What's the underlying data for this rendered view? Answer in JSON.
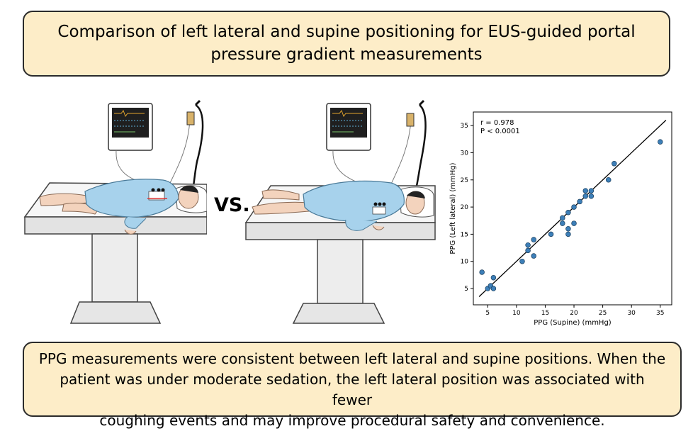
{
  "header": {
    "title_line1": "Comparison of left lateral and supine positioning for EUS-guided portal",
    "title_line2": "pressure gradient measurements"
  },
  "vs_label": "VS.",
  "colors": {
    "box_fill": "#fdedc8",
    "gown": "#a7d2ec",
    "skin": "#f3d3bd",
    "point": "#3d7fb8"
  },
  "chart_data": {
    "type": "scatter",
    "xlabel": "PPG (Supine) (mmHg)",
    "ylabel": "PPG (Left lateral) (mmHg)",
    "xlim": [
      2.5,
      37
    ],
    "ylim": [
      2,
      37.5
    ],
    "xticks": [
      5,
      10,
      15,
      20,
      25,
      30,
      35
    ],
    "yticks": [
      5,
      10,
      15,
      20,
      25,
      30,
      35
    ],
    "annotations": [
      "r = 0.978",
      "P < 0.0001"
    ],
    "fit_line": {
      "x": [
        3.5,
        36
      ],
      "y": [
        3.5,
        36
      ]
    },
    "points": [
      {
        "x": 4,
        "y": 8
      },
      {
        "x": 5,
        "y": 5
      },
      {
        "x": 5.5,
        "y": 5.5
      },
      {
        "x": 6,
        "y": 7
      },
      {
        "x": 6,
        "y": 5
      },
      {
        "x": 11,
        "y": 10
      },
      {
        "x": 12,
        "y": 12
      },
      {
        "x": 12,
        "y": 13
      },
      {
        "x": 13,
        "y": 11
      },
      {
        "x": 13,
        "y": 14
      },
      {
        "x": 16,
        "y": 15
      },
      {
        "x": 18,
        "y": 17
      },
      {
        "x": 18,
        "y": 18
      },
      {
        "x": 19,
        "y": 19
      },
      {
        "x": 19,
        "y": 16
      },
      {
        "x": 19,
        "y": 15
      },
      {
        "x": 20,
        "y": 17
      },
      {
        "x": 20,
        "y": 20
      },
      {
        "x": 21,
        "y": 21
      },
      {
        "x": 22,
        "y": 22
      },
      {
        "x": 22,
        "y": 23
      },
      {
        "x": 23,
        "y": 22
      },
      {
        "x": 23,
        "y": 23
      },
      {
        "x": 26,
        "y": 25
      },
      {
        "x": 27,
        "y": 28
      },
      {
        "x": 35,
        "y": 32
      }
    ]
  },
  "summary": {
    "line1": "PPG measurements were consistent between left lateral and supine positions. When the",
    "line2": "patient was under moderate sedation, the left lateral position was associated with fewer",
    "line3": "coughing events and may improve procedural safety and convenience."
  }
}
